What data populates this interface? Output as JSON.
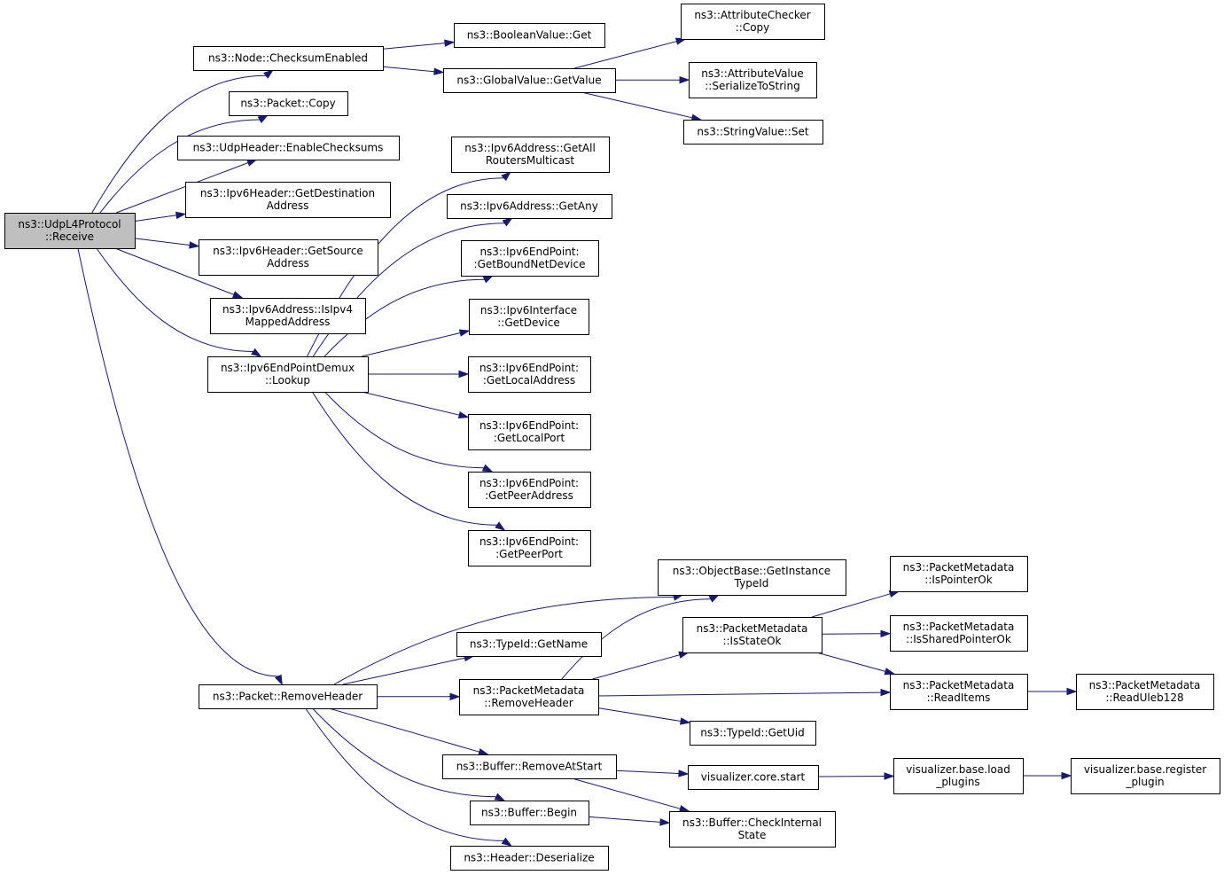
{
  "nodes": [
    {
      "id": "udp_receive",
      "lines": [
        "ns3::UdpL4Protocol",
        "::Receive"
      ],
      "root": true
    },
    {
      "id": "node_checksum",
      "lines": [
        "ns3::Node::ChecksumEnabled"
      ]
    },
    {
      "id": "packet_copy",
      "lines": [
        "ns3::Packet::Copy"
      ]
    },
    {
      "id": "udp_enable_checksums",
      "lines": [
        "ns3::UdpHeader::EnableChecksums"
      ]
    },
    {
      "id": "ipv6h_getdest",
      "lines": [
        "ns3::Ipv6Header::GetDestination",
        "Address"
      ]
    },
    {
      "id": "ipv6h_getsource",
      "lines": [
        "ns3::Ipv6Header::GetSource",
        "Address"
      ]
    },
    {
      "id": "ipv6a_isipv4",
      "lines": [
        "ns3::Ipv6Address::IsIpv4",
        "MappedAddress"
      ]
    },
    {
      "id": "demux_lookup",
      "lines": [
        "ns3::Ipv6EndPointDemux",
        "::Lookup"
      ]
    },
    {
      "id": "packet_removeheader",
      "lines": [
        "ns3::Packet::RemoveHeader"
      ]
    },
    {
      "id": "boolean_get",
      "lines": [
        "ns3::BooleanValue::Get"
      ]
    },
    {
      "id": "global_getvalue",
      "lines": [
        "ns3::GlobalValue::GetValue"
      ]
    },
    {
      "id": "attrchecker_copy",
      "lines": [
        "ns3::AttributeChecker",
        "::Copy"
      ]
    },
    {
      "id": "attrvalue_serialize",
      "lines": [
        "ns3::AttributeValue",
        "::SerializeToString"
      ]
    },
    {
      "id": "string_set",
      "lines": [
        "ns3::StringValue::Set"
      ]
    },
    {
      "id": "ipv6a_getallrouters",
      "lines": [
        "ns3::Ipv6Address::GetAll",
        "RoutersMulticast"
      ]
    },
    {
      "id": "ipv6a_getany",
      "lines": [
        "ns3::Ipv6Address::GetAny"
      ]
    },
    {
      "id": "ep_getboundnetdevice",
      "lines": [
        "ns3::Ipv6EndPoint:",
        ":GetBoundNetDevice"
      ]
    },
    {
      "id": "iface_getdevice",
      "lines": [
        "ns3::Ipv6Interface",
        "::GetDevice"
      ]
    },
    {
      "id": "ep_getlocaladdress",
      "lines": [
        "ns3::Ipv6EndPoint:",
        ":GetLocalAddress"
      ]
    },
    {
      "id": "ep_getlocalport",
      "lines": [
        "ns3::Ipv6EndPoint:",
        ":GetLocalPort"
      ]
    },
    {
      "id": "ep_getpeeraddress",
      "lines": [
        "ns3::Ipv6EndPoint:",
        ":GetPeerAddress"
      ]
    },
    {
      "id": "ep_getpeerport",
      "lines": [
        "ns3::Ipv6EndPoint:",
        ":GetPeerPort"
      ]
    },
    {
      "id": "objbase_getinstance",
      "lines": [
        "ns3::ObjectBase::GetInstance",
        "TypeId"
      ]
    },
    {
      "id": "typeid_getname",
      "lines": [
        "ns3::TypeId::GetName"
      ]
    },
    {
      "id": "pm_removeheader",
      "lines": [
        "ns3::PacketMetadata",
        "::RemoveHeader"
      ]
    },
    {
      "id": "pm_isstateok",
      "lines": [
        "ns3::PacketMetadata",
        "::IsStateOk"
      ]
    },
    {
      "id": "typeid_getuid",
      "lines": [
        "ns3::TypeId::GetUid"
      ]
    },
    {
      "id": "pm_ispointerok",
      "lines": [
        "ns3::PacketMetadata",
        "::IsPointerOk"
      ]
    },
    {
      "id": "pm_issharedpointerok",
      "lines": [
        "ns3::PacketMetadata",
        "::IsSharedPointerOk"
      ]
    },
    {
      "id": "pm_readitems",
      "lines": [
        "ns3::PacketMetadata",
        "::ReadItems"
      ]
    },
    {
      "id": "pm_readuleb",
      "lines": [
        "ns3::PacketMetadata",
        "::ReadUleb128"
      ]
    },
    {
      "id": "buffer_removeatstart",
      "lines": [
        "ns3::Buffer::RemoveAtStart"
      ]
    },
    {
      "id": "buffer_begin",
      "lines": [
        "ns3::Buffer::Begin"
      ]
    },
    {
      "id": "header_deserialize",
      "lines": [
        "ns3::Header::Deserialize"
      ]
    },
    {
      "id": "viz_core_start",
      "lines": [
        "visualizer.core.start"
      ]
    },
    {
      "id": "buffer_checkinternal",
      "lines": [
        "ns3::Buffer::CheckInternal",
        "State"
      ]
    },
    {
      "id": "viz_base_load",
      "lines": [
        "visualizer.base.load",
        "_plugins"
      ]
    },
    {
      "id": "viz_base_register",
      "lines": [
        "visualizer.base.register",
        "_plugin"
      ]
    }
  ],
  "edges": [
    [
      "udp_receive",
      "node_checksum"
    ],
    [
      "udp_receive",
      "packet_copy"
    ],
    [
      "udp_receive",
      "udp_enable_checksums"
    ],
    [
      "udp_receive",
      "ipv6h_getdest"
    ],
    [
      "udp_receive",
      "ipv6h_getsource"
    ],
    [
      "udp_receive",
      "ipv6a_isipv4"
    ],
    [
      "udp_receive",
      "demux_lookup"
    ],
    [
      "udp_receive",
      "packet_removeheader"
    ],
    [
      "node_checksum",
      "boolean_get"
    ],
    [
      "node_checksum",
      "global_getvalue"
    ],
    [
      "global_getvalue",
      "attrchecker_copy"
    ],
    [
      "global_getvalue",
      "attrvalue_serialize"
    ],
    [
      "global_getvalue",
      "string_set"
    ],
    [
      "demux_lookup",
      "ipv6a_getallrouters"
    ],
    [
      "demux_lookup",
      "ipv6a_getany"
    ],
    [
      "demux_lookup",
      "ep_getboundnetdevice"
    ],
    [
      "demux_lookup",
      "iface_getdevice"
    ],
    [
      "demux_lookup",
      "ep_getlocaladdress"
    ],
    [
      "demux_lookup",
      "ep_getlocalport"
    ],
    [
      "demux_lookup",
      "ep_getpeeraddress"
    ],
    [
      "demux_lookup",
      "ep_getpeerport"
    ],
    [
      "packet_removeheader",
      "objbase_getinstance"
    ],
    [
      "packet_removeheader",
      "typeid_getname"
    ],
    [
      "packet_removeheader",
      "pm_removeheader"
    ],
    [
      "packet_removeheader",
      "buffer_removeatstart"
    ],
    [
      "packet_removeheader",
      "buffer_begin"
    ],
    [
      "packet_removeheader",
      "header_deserialize"
    ],
    [
      "pm_removeheader",
      "objbase_getinstance"
    ],
    [
      "pm_removeheader",
      "pm_isstateok"
    ],
    [
      "pm_removeheader",
      "pm_readitems"
    ],
    [
      "pm_removeheader",
      "typeid_getuid"
    ],
    [
      "pm_isstateok",
      "pm_ispointerok"
    ],
    [
      "pm_isstateok",
      "pm_issharedpointerok"
    ],
    [
      "pm_isstateok",
      "pm_readitems"
    ],
    [
      "pm_readitems",
      "pm_readuleb"
    ],
    [
      "buffer_removeatstart",
      "viz_core_start"
    ],
    [
      "buffer_removeatstart",
      "buffer_checkinternal"
    ],
    [
      "buffer_begin",
      "buffer_checkinternal"
    ],
    [
      "viz_core_start",
      "viz_base_load"
    ],
    [
      "viz_base_load",
      "viz_base_register"
    ]
  ]
}
